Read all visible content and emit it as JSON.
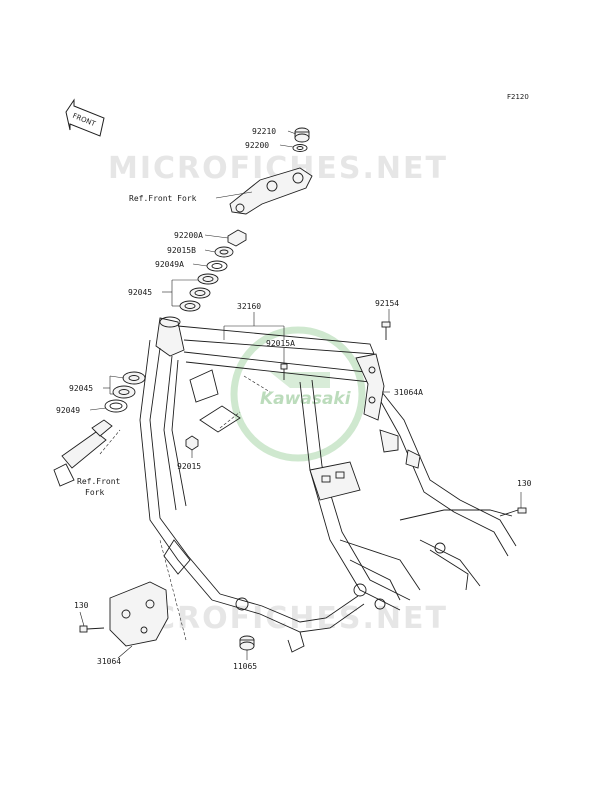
{
  "figure_code": "F2120",
  "watermark": "MICROFICHES.NET",
  "logo_text": "Kawasaki",
  "front_badge": "FRONT",
  "labels": {
    "p92210": "92210",
    "p92200": "92200",
    "ref_front_fork_top": "Ref.Front Fork",
    "p92200A": "92200A",
    "p92015B": "92015B",
    "p92049A": "92049A",
    "p92045_top": "92045",
    "p32160": "32160",
    "p92154": "92154",
    "p92015A": "92015A",
    "p92045_mid": "92045",
    "p92049": "92049",
    "p31064A": "31064A",
    "p92015": "92015",
    "ref_front_fork_line1": "Ref.Front",
    "ref_front_fork_line2": "Fork",
    "p130_right": "130",
    "p130_left": "130",
    "p31064": "31064",
    "p11065": "11065"
  }
}
